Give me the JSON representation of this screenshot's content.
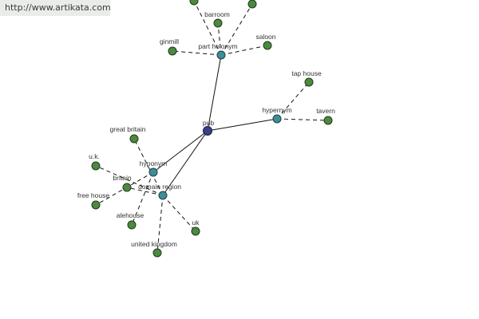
{
  "watermark": "http://www.artikata.com",
  "graph": {
    "root": {
      "id": "pub",
      "label": "pub"
    },
    "relations": [
      {
        "id": "part_holonym",
        "label": "part holonym"
      },
      {
        "id": "hypernym",
        "label": "hypernym"
      },
      {
        "id": "hyponym",
        "label": "hyponym"
      },
      {
        "id": "domain_region",
        "label": "domain region"
      }
    ],
    "leaves": [
      {
        "id": "barroom",
        "label": "barroom",
        "parent": "part_holonym"
      },
      {
        "id": "ph_top1",
        "label": "",
        "parent": "part_holonym"
      },
      {
        "id": "ph_top2",
        "label": "",
        "parent": "part_holonym"
      },
      {
        "id": "ginmill",
        "label": "ginmill",
        "parent": "part_holonym"
      },
      {
        "id": "saloon",
        "label": "saloon",
        "parent": "part_holonym"
      },
      {
        "id": "tap_house",
        "label": "tap house",
        "parent": "hypernym"
      },
      {
        "id": "tavern",
        "label": "tavern",
        "parent": "hypernym"
      },
      {
        "id": "great_britain",
        "label": "great britain",
        "parent": "domain_region"
      },
      {
        "id": "uk_dot",
        "label": "u.k.",
        "parent": "domain_region"
      },
      {
        "id": "britain",
        "label": "britain",
        "parent": "domain_region"
      },
      {
        "id": "free_house",
        "label": "free house",
        "parent": "hyponym"
      },
      {
        "id": "alehouse",
        "label": "alehouse",
        "parent": "hyponym"
      },
      {
        "id": "uk",
        "label": "uk",
        "parent": "domain_region"
      },
      {
        "id": "united_kingdom",
        "label": "united kingdom",
        "parent": "domain_region"
      }
    ]
  },
  "colors": {
    "root": "#3b3f8a",
    "relation": "#3f8d96",
    "leaf": "#4c8a3f",
    "edge": "#111111",
    "watermark_bg": "#e9ece9"
  }
}
